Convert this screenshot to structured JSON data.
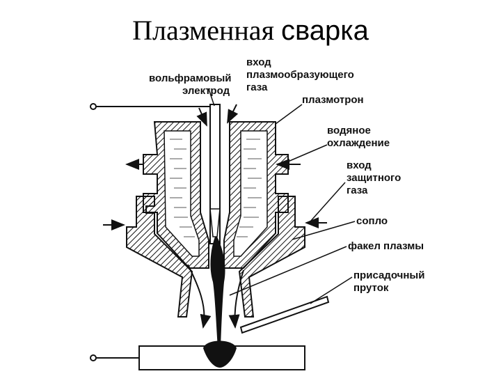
{
  "title": {
    "part1": "Плазменная ",
    "part2": "сварка"
  },
  "labels": {
    "electrode": [
      "вольфрамовый",
      "электрод"
    ],
    "plasma_gas_inlet": [
      "вход",
      "плазмообразующего",
      "газа"
    ],
    "plasmatron": [
      "плазмотрон"
    ],
    "water_cooling": [
      "водяное",
      "охлаждение"
    ],
    "shield_gas_inlet": [
      "вход",
      "защитного",
      "газа"
    ],
    "nozzle": [
      "сопло"
    ],
    "plasma_torch": [
      "факел плазмы"
    ],
    "filler_rod": [
      "присадочный",
      "пруток"
    ]
  }
}
